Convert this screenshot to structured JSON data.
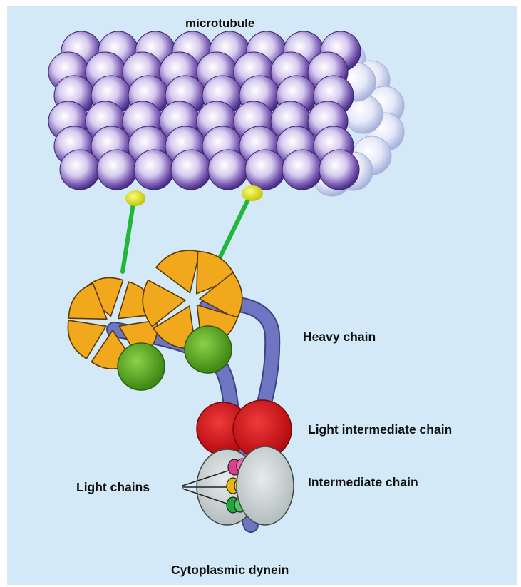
{
  "title": "Cytoplasmic dynein",
  "labels": {
    "microtubule": "microtubule",
    "heavy_chain": "Heavy chain",
    "light_intermediate_chain": "Light intermediate chain",
    "intermediate_chain": "Intermediate chain",
    "light_chains": "Light chains"
  },
  "colors": {
    "background": "#d3e9f7",
    "tubulin": "#5a3d96",
    "tubulin_faded": "#c3cbe9",
    "motor_ring": "#f2a81d",
    "stalk": "#1fb83a",
    "stalk_tip": "#e8e81a",
    "heavy_chain_tail": "#6e76c4",
    "heavy_chain_globule": "#54a520",
    "light_intermediate_chain": "#d8151c",
    "intermediate_chain": "#cfd6d6",
    "light_chain_1": "#d83f8c",
    "light_chain_2": "#e8b60e",
    "light_chain_3": "#21a83c"
  }
}
